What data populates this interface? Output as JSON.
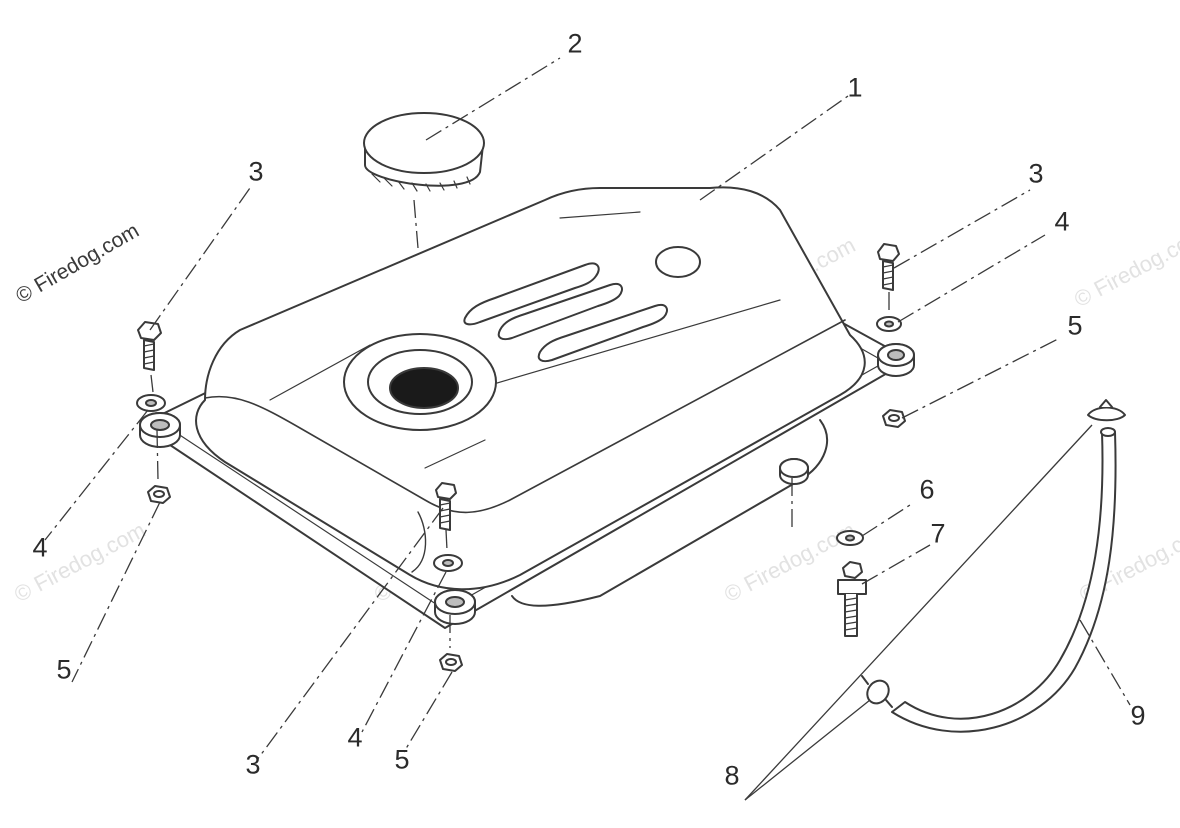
{
  "watermark": {
    "primary": "© Firedog.com",
    "ghost": "© Firedog.com"
  },
  "callouts": {
    "c1": "1",
    "c2": "2",
    "c3a": "3",
    "c3b": "3",
    "c3c": "3",
    "c4a": "4",
    "c4b": "4",
    "c4c": "4",
    "c5a": "5",
    "c5b": "5",
    "c5c": "5",
    "c6": "6",
    "c7": "7",
    "c8": "8",
    "c9": "9"
  },
  "colors": {
    "line": "#3a3a3a",
    "fill": "#ffffff",
    "watermark": "#e2e2e2"
  }
}
